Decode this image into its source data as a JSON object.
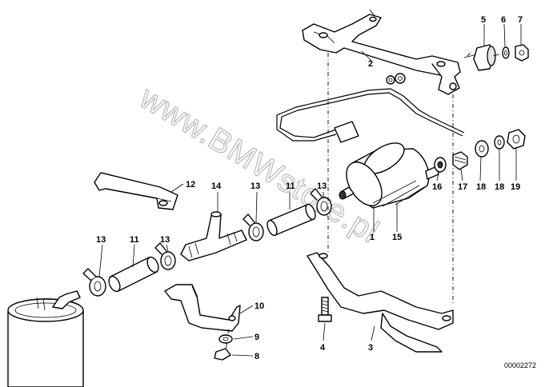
{
  "diagram": {
    "watermark": "www.BMWstore.pl",
    "drawing_code": "00002272",
    "callouts": [
      "1",
      "2",
      "3",
      "4",
      "5",
      "6",
      "7",
      "8",
      "9",
      "10",
      "11",
      "12",
      "13",
      "14",
      "15",
      "16",
      "17",
      "18",
      "19"
    ]
  }
}
